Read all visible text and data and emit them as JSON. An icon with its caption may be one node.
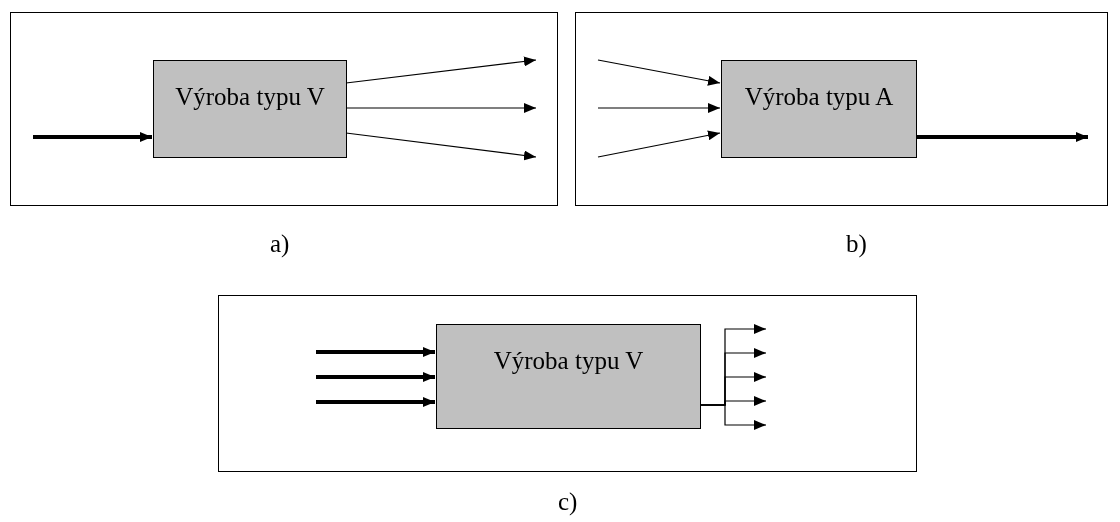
{
  "diagram": {
    "nodes": [
      {
        "text": [],
        "shape": "box",
        "beside": [
          "a)"
        ]
      },
      {
        "text": [
          "Výroba typu V"
        ],
        "in": 0
      },
      {
        "text": [],
        "shape": "box",
        "beside": [
          "b)"
        ]
      },
      {
        "text": [
          "Výroba typu A"
        ],
        "in": 2
      },
      {
        "text": [],
        "shape": "box",
        "beside": [
          "c)"
        ]
      },
      {
        "text": [
          "Výroba typu V"
        ],
        "in": 4
      }
    ],
    "edges": [
      {
        "from": null,
        "to": 1,
        "arrow": "to",
        "style": "thick"
      },
      {
        "from": 1,
        "to": null,
        "arrow": "to"
      },
      {
        "from": 1,
        "to": null,
        "arrow": "to"
      },
      {
        "from": 1,
        "to": null,
        "arrow": "to"
      },
      {
        "from": null,
        "to": 3,
        "arrow": "to"
      },
      {
        "from": null,
        "to": 3,
        "arrow": "to"
      },
      {
        "from": null,
        "to": 3,
        "arrow": "to"
      },
      {
        "from": 3,
        "to": null,
        "arrow": "to",
        "style": "thick"
      },
      {
        "from": null,
        "to": 5,
        "arrow": "to",
        "style": "thick"
      },
      {
        "from": null,
        "to": 5,
        "arrow": "to",
        "style": "thick"
      },
      {
        "from": null,
        "to": 5,
        "arrow": "to",
        "style": "thick"
      },
      {
        "from": 5,
        "to": null,
        "arrow": "to"
      },
      {
        "from": 5,
        "to": null,
        "arrow": "to"
      },
      {
        "from": 5,
        "to": null,
        "arrow": "to"
      },
      {
        "from": 5,
        "to": null,
        "arrow": "to"
      },
      {
        "from": 5,
        "to": null,
        "arrow": "to"
      }
    ]
  }
}
